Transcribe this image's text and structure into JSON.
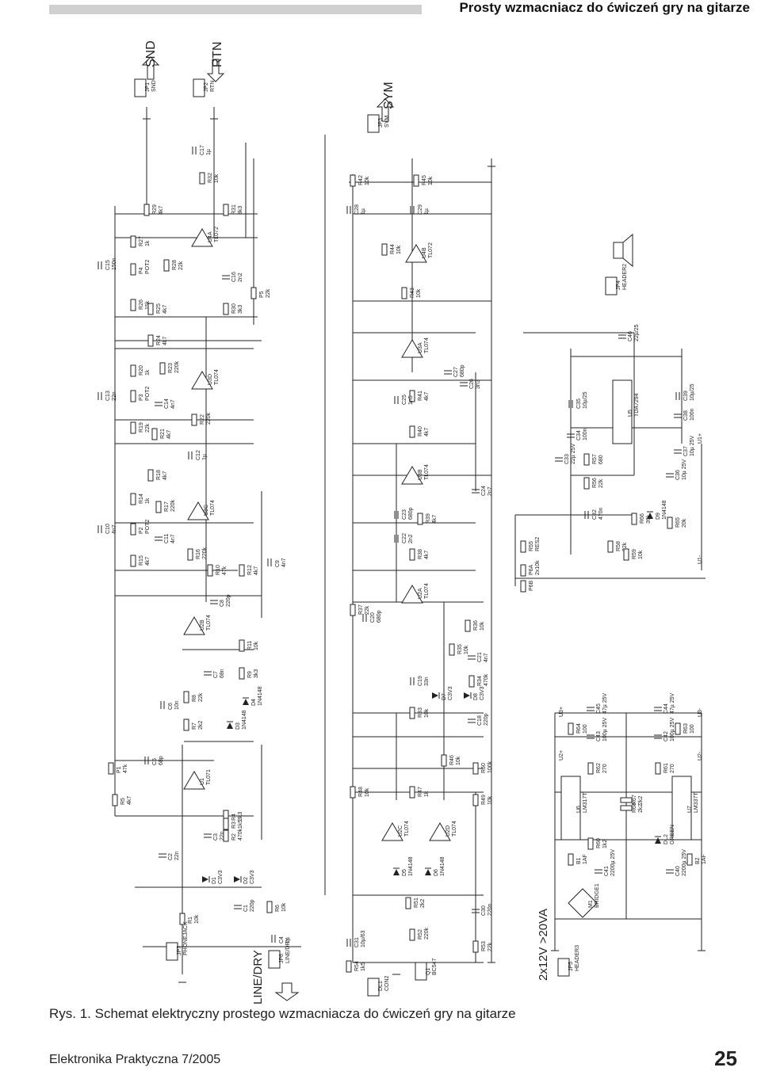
{
  "header": {
    "title": "Prosty  wzmacniacz  do  ćwiczeń  gry  na  gitarze"
  },
  "labels": {
    "snd": "SND",
    "rtn": "RTN",
    "sym": "SYM",
    "line_dry": "LINE/DRY",
    "power": "2x12V >20VA"
  },
  "components": [
    {
      "ref": "JP1",
      "value": "SND"
    },
    {
      "ref": "JP2",
      "value": "RTN"
    },
    {
      "ref": "JP3",
      "value": "SYM"
    },
    {
      "ref": "JP4",
      "value": "HEADER2"
    },
    {
      "ref": "JP5",
      "value": "HEADER3"
    },
    {
      "ref": "JP6",
      "value": "LINE/DRY"
    },
    {
      "ref": "JP7",
      "value": "PHONEJACK"
    },
    {
      "ref": "C15",
      "value": "150n"
    },
    {
      "ref": "C13",
      "value": "22n"
    },
    {
      "ref": "C10",
      "value": "4n7"
    },
    {
      "ref": "R26",
      "value": "15k"
    },
    {
      "ref": "P4",
      "value": "POT2"
    },
    {
      "ref": "R27",
      "value": "1k"
    },
    {
      "ref": "R29",
      "value": "4k7"
    },
    {
      "ref": "R25",
      "value": "4k7"
    },
    {
      "ref": "R28",
      "value": "22k"
    },
    {
      "ref": "U4A",
      "value": "TL072"
    },
    {
      "ref": "R30",
      "value": "3k3"
    },
    {
      "ref": "C16",
      "value": "2n2"
    },
    {
      "ref": "R31",
      "value": "3k3"
    },
    {
      "ref": "P5",
      "value": "22k"
    },
    {
      "ref": "C17",
      "value": "1µ"
    },
    {
      "ref": "R32",
      "value": "10k"
    },
    {
      "ref": "R19",
      "value": "22k"
    },
    {
      "ref": "P3",
      "value": "POT2"
    },
    {
      "ref": "R20",
      "value": "1k"
    },
    {
      "ref": "R24",
      "value": "4k7"
    },
    {
      "ref": "R21",
      "value": "4k7"
    },
    {
      "ref": "C14",
      "value": "4n7"
    },
    {
      "ref": "R23",
      "value": "220k"
    },
    {
      "ref": "R22",
      "value": "220k"
    },
    {
      "ref": "U3D",
      "value": "TL074"
    },
    {
      "ref": "C12",
      "value": "1µ"
    },
    {
      "ref": "R15",
      "value": "4k7"
    },
    {
      "ref": "P2",
      "value": "POT2"
    },
    {
      "ref": "R14",
      "value": "1k"
    },
    {
      "ref": "R18",
      "value": "4k7"
    },
    {
      "ref": "C11",
      "value": "4n7"
    },
    {
      "ref": "R17",
      "value": "220k"
    },
    {
      "ref": "R16",
      "value": "220k"
    },
    {
      "ref": "U3C",
      "value": "TL074"
    },
    {
      "ref": "R10",
      "value": "47k"
    },
    {
      "ref": "R12",
      "value": "4k7"
    },
    {
      "ref": "C9",
      "value": "4n7"
    },
    {
      "ref": "U2B",
      "value": "TL074"
    },
    {
      "ref": "C8",
      "value": "220p"
    },
    {
      "ref": "C6",
      "value": "10n"
    },
    {
      "ref": "R8",
      "value": "22k"
    },
    {
      "ref": "C7",
      "value": "68n"
    },
    {
      "ref": "R9",
      "value": "3k3"
    },
    {
      "ref": "R11",
      "value": "10k"
    },
    {
      "ref": "R7",
      "value": "2k2"
    },
    {
      "ref": "D3",
      "value": "1N4148"
    },
    {
      "ref": "D4",
      "value": "1N4148"
    },
    {
      "ref": "R5",
      "value": "4k7"
    },
    {
      "ref": "P1",
      "value": "47k"
    },
    {
      "ref": "C5",
      "value": "68p"
    },
    {
      "ref": "U1",
      "value": "TL071"
    },
    {
      "ref": "R4",
      "value": "3k3"
    },
    {
      "ref": "R3",
      "value": "1k5"
    },
    {
      "ref": "R2",
      "value": "470k"
    },
    {
      "ref": "C3",
      "value": "22n"
    },
    {
      "ref": "C2",
      "value": "22n"
    },
    {
      "ref": "D1",
      "value": "C3V3"
    },
    {
      "ref": "D2",
      "value": "C3V3"
    },
    {
      "ref": "C1",
      "value": "220p"
    },
    {
      "ref": "R1",
      "value": "10k"
    },
    {
      "ref": "R6",
      "value": "10k"
    },
    {
      "ref": "C4",
      "value": "1µ"
    },
    {
      "ref": "R42",
      "value": "10k"
    },
    {
      "ref": "C28",
      "value": "1µ"
    },
    {
      "ref": "R44",
      "value": "10k"
    },
    {
      "ref": "U4B",
      "value": "TL072"
    },
    {
      "ref": "R45",
      "value": "10k"
    },
    {
      "ref": "C29",
      "value": "1µ"
    },
    {
      "ref": "R43",
      "value": "10k"
    },
    {
      "ref": "U3A",
      "value": "TL074"
    },
    {
      "ref": "C27",
      "value": "680p"
    },
    {
      "ref": "C26",
      "value": "3n3"
    },
    {
      "ref": "R41",
      "value": "4k7"
    },
    {
      "ref": "C25",
      "value": "1n5"
    },
    {
      "ref": "R40",
      "value": "4k7"
    },
    {
      "ref": "U3B",
      "value": "TL074"
    },
    {
      "ref": "C24",
      "value": "2n7"
    },
    {
      "ref": "C23",
      "value": "680p"
    },
    {
      "ref": "C22",
      "value": "2n2"
    },
    {
      "ref": "R39",
      "value": "4k7"
    },
    {
      "ref": "R38",
      "value": "4k7"
    },
    {
      "ref": "U2A",
      "value": "TL074"
    },
    {
      "ref": "R37",
      "value": "22k"
    },
    {
      "ref": "C20",
      "value": "680p"
    },
    {
      "ref": "R36",
      "value": "10k"
    },
    {
      "ref": "R35",
      "value": "10k"
    },
    {
      "ref": "C21",
      "value": "4n7"
    },
    {
      "ref": "R34",
      "value": "470k"
    },
    {
      "ref": "C19",
      "value": "33n"
    },
    {
      "ref": "D7",
      "value": "C3V3"
    },
    {
      "ref": "D8",
      "value": "C3V3"
    },
    {
      "ref": "R33",
      "value": "10k"
    },
    {
      "ref": "C18",
      "value": "220p"
    },
    {
      "ref": "R46",
      "value": "10k"
    },
    {
      "ref": "R50",
      "value": "100k"
    },
    {
      "ref": "R48",
      "value": "10k"
    },
    {
      "ref": "R47",
      "value": "1k"
    },
    {
      "ref": "R49",
      "value": "10k"
    },
    {
      "ref": "U2C",
      "value": "TL074"
    },
    {
      "ref": "U2D",
      "value": "TL074"
    },
    {
      "ref": "D5",
      "value": "1N4148"
    },
    {
      "ref": "D6",
      "value": "1N4148"
    },
    {
      "ref": "R51",
      "value": "2k2"
    },
    {
      "ref": "C30",
      "value": "220n"
    },
    {
      "ref": "R52",
      "value": "220k"
    },
    {
      "ref": "R53",
      "value": "22k"
    },
    {
      "ref": "Q1",
      "value": "BC547"
    },
    {
      "ref": "C31",
      "value": "10µ/63"
    },
    {
      "ref": "R54",
      "value": "1k5"
    },
    {
      "ref": "DL1",
      "value": "CON2"
    },
    {
      "ref": "P6A",
      "value": "2x10k"
    },
    {
      "ref": "P6B",
      "value": ""
    },
    {
      "ref": "R55",
      "value": "RES2"
    },
    {
      "ref": "C32",
      "value": "470n"
    },
    {
      "ref": "R56",
      "value": "22k"
    },
    {
      "ref": "R57",
      "value": "680"
    },
    {
      "ref": "C33",
      "value": "22µ 25V"
    },
    {
      "ref": "C34",
      "value": "100n"
    },
    {
      "ref": "C35",
      "value": "10µ/25"
    },
    {
      "ref": "U5",
      "value": "TDA7294"
    },
    {
      "ref": "C46",
      "value": "22µ/25"
    },
    {
      "ref": "R58",
      "value": "22k"
    },
    {
      "ref": "R59",
      "value": "10k"
    },
    {
      "ref": "R66",
      "value": "39k"
    },
    {
      "ref": "D9",
      "value": "1N4148"
    },
    {
      "ref": "R65",
      "value": "20k"
    },
    {
      "ref": "C36",
      "value": "10µ 25V"
    },
    {
      "ref": "C37",
      "value": "10µ 25V"
    },
    {
      "ref": "C38",
      "value": "100n"
    },
    {
      "ref": "C39",
      "value": "10µ/25"
    },
    {
      "ref": "R64",
      "value": "100"
    },
    {
      "ref": "C45",
      "value": "47µ 25V"
    },
    {
      "ref": "C43",
      "value": "100µ 25V"
    },
    {
      "ref": "C44",
      "value": "47µ 25V"
    },
    {
      "ref": "C42",
      "value": "100µ 25V"
    },
    {
      "ref": "R63",
      "value": "100"
    },
    {
      "ref": "R62",
      "value": "270"
    },
    {
      "ref": "R61",
      "value": "270"
    },
    {
      "ref": "U6",
      "value": "LM317T"
    },
    {
      "ref": "U7",
      "value": "LM337T"
    },
    {
      "ref": "R67",
      "value": "2k2"
    },
    {
      "ref": "R68",
      "value": "2k2"
    },
    {
      "ref": "R60",
      "value": "1k2"
    },
    {
      "ref": "DL2",
      "value": "GREEN"
    },
    {
      "ref": "C41",
      "value": "2200µ 25V"
    },
    {
      "ref": "C40",
      "value": "2200µ 25V"
    },
    {
      "ref": "B1",
      "value": "1AF"
    },
    {
      "ref": "B2",
      "value": "1AF"
    },
    {
      "ref": "M1",
      "value": "BRIDGE1"
    }
  ],
  "rails": [
    "U1+",
    "U1-",
    "U2+",
    "U2-",
    "U3+",
    "U3-"
  ],
  "caption": "Rys.  1.  Schemat  elektryczny  prostego  wzmacniacza  do  ćwiczeń  gry  na  gitarze",
  "footer": {
    "magazine": "Elektronika Praktyczna 7/2005",
    "page": "25"
  }
}
